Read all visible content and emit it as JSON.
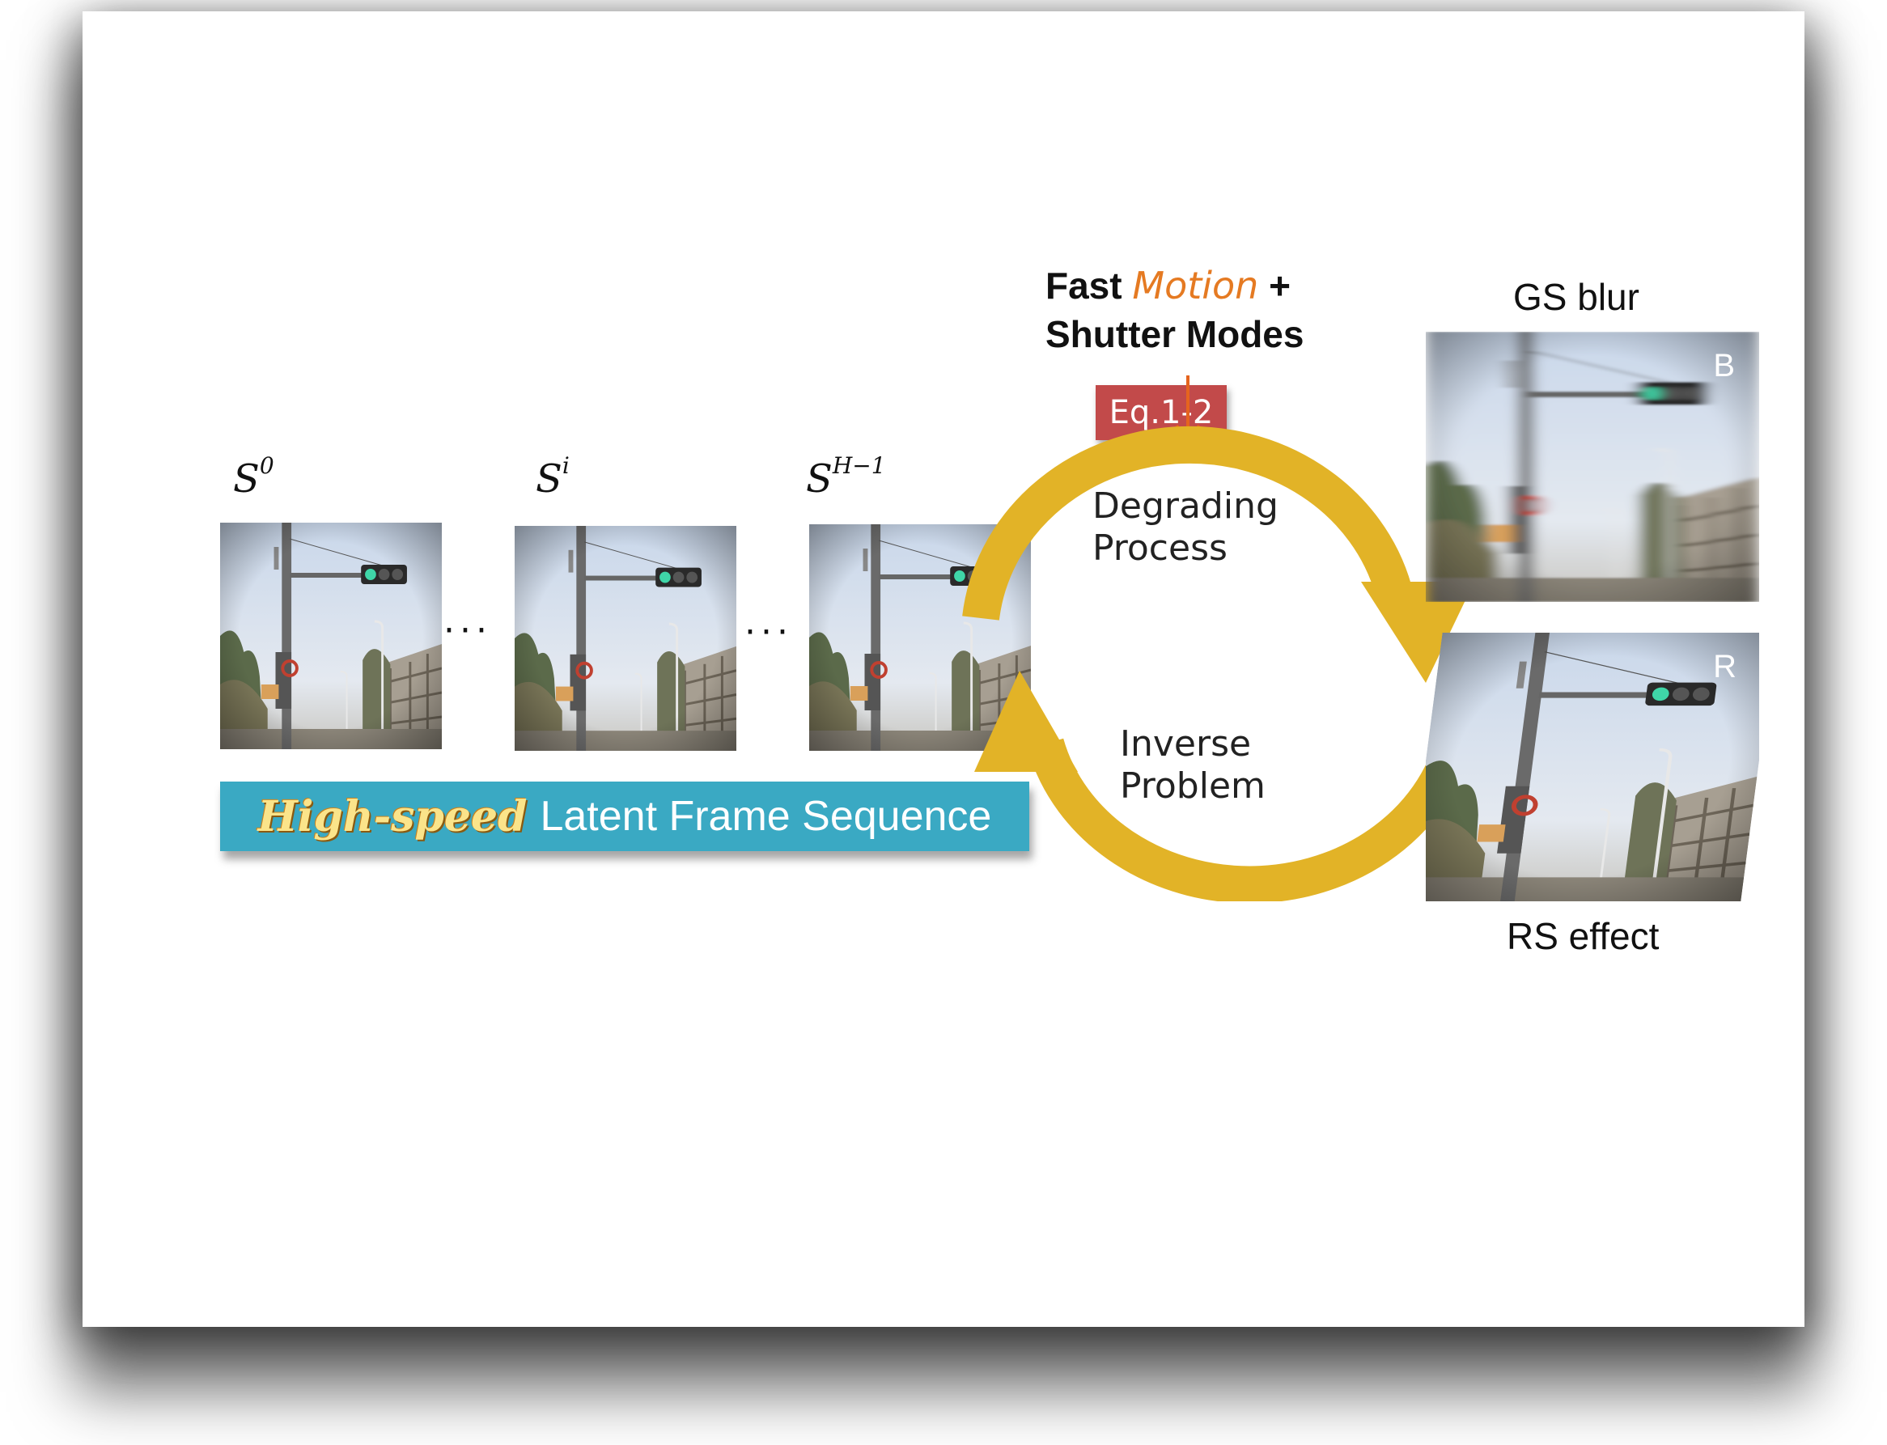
{
  "frames": {
    "first_label": "S",
    "first_sup": "0",
    "mid_label": "S",
    "mid_sup": "i",
    "last_label": "S",
    "last_sup": "H−1",
    "ellipsis": "···"
  },
  "banner": {
    "highlight": "High-speed",
    "rest": "Latent Frame Sequence"
  },
  "header": {
    "fast": "Fast",
    "motion": "Motion",
    "plus": "+",
    "line2": "Shutter Modes"
  },
  "equation_tag": "Eq.1-2",
  "cycle": {
    "top_line1": "Degrading",
    "top_line2": "Process",
    "bottom_line1": "Inverse",
    "bottom_line2": "Problem"
  },
  "outputs": {
    "gs_caption": "GS blur",
    "gs_tag": "B",
    "rs_caption": "RS effect",
    "rs_tag": "R"
  },
  "colors": {
    "arrow": "#e2b327",
    "banner": "#3aa9c3",
    "eq_box": "#c24a4a",
    "accent_orange": "#e57a22"
  }
}
